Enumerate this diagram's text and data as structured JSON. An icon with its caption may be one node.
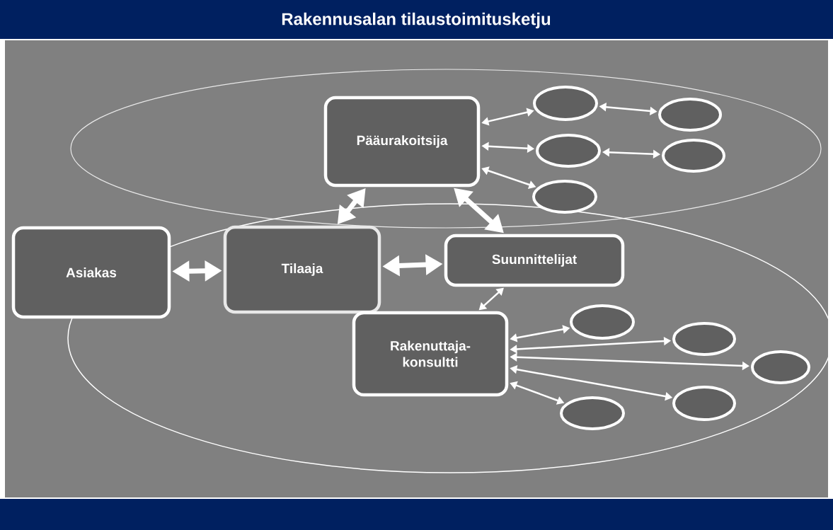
{
  "diagram": {
    "title": "Rakennusalan tilaustoimitusketju",
    "nodes": [
      {
        "text": [
          "Asiakas"
        ]
      },
      {
        "text": [
          "Tilaaja"
        ]
      },
      {
        "text": [
          "Pääurakoitsija"
        ]
      },
      {
        "text": [
          "Suunnittelijat"
        ]
      },
      {
        "text": [
          "Rakenuttaja-konsultti"
        ]
      },
      {
        "text": [],
        "shape": "circle"
      },
      {
        "text": [],
        "shape": "circle"
      },
      {
        "text": [],
        "shape": "circle"
      },
      {
        "text": [],
        "shape": "circle"
      },
      {
        "text": [],
        "shape": "circle"
      },
      {
        "text": [],
        "shape": "circle"
      },
      {
        "text": [],
        "shape": "circle"
      },
      {
        "text": [],
        "shape": "circle"
      },
      {
        "text": [],
        "shape": "circle"
      },
      {
        "text": [],
        "shape": "circle"
      }
    ],
    "edges": [
      {
        "from": 0,
        "to": 1,
        "arrow": "both",
        "style": "thick"
      },
      {
        "from": 1,
        "to": 2,
        "arrow": "both",
        "style": "thick"
      },
      {
        "from": 1,
        "to": 3,
        "arrow": "both",
        "style": "thick"
      },
      {
        "from": 2,
        "to": 3,
        "arrow": "both",
        "style": "thick"
      },
      {
        "from": 3,
        "to": 4,
        "arrow": "both"
      },
      {
        "from": 2,
        "to": 5,
        "arrow": "both"
      },
      {
        "from": 5,
        "to": 6,
        "arrow": "both"
      },
      {
        "from": 2,
        "to": 7,
        "arrow": "both"
      },
      {
        "from": 7,
        "to": 8,
        "arrow": "both"
      },
      {
        "from": 2,
        "to": 9,
        "arrow": "both"
      },
      {
        "from": 4,
        "to": 10,
        "arrow": "both"
      },
      {
        "from": 4,
        "to": 11,
        "arrow": "both"
      },
      {
        "from": 4,
        "to": 12,
        "arrow": "both"
      },
      {
        "from": 4,
        "to": 13,
        "arrow": "both"
      },
      {
        "from": 4,
        "to": 14,
        "arrow": "both"
      }
    ]
  }
}
